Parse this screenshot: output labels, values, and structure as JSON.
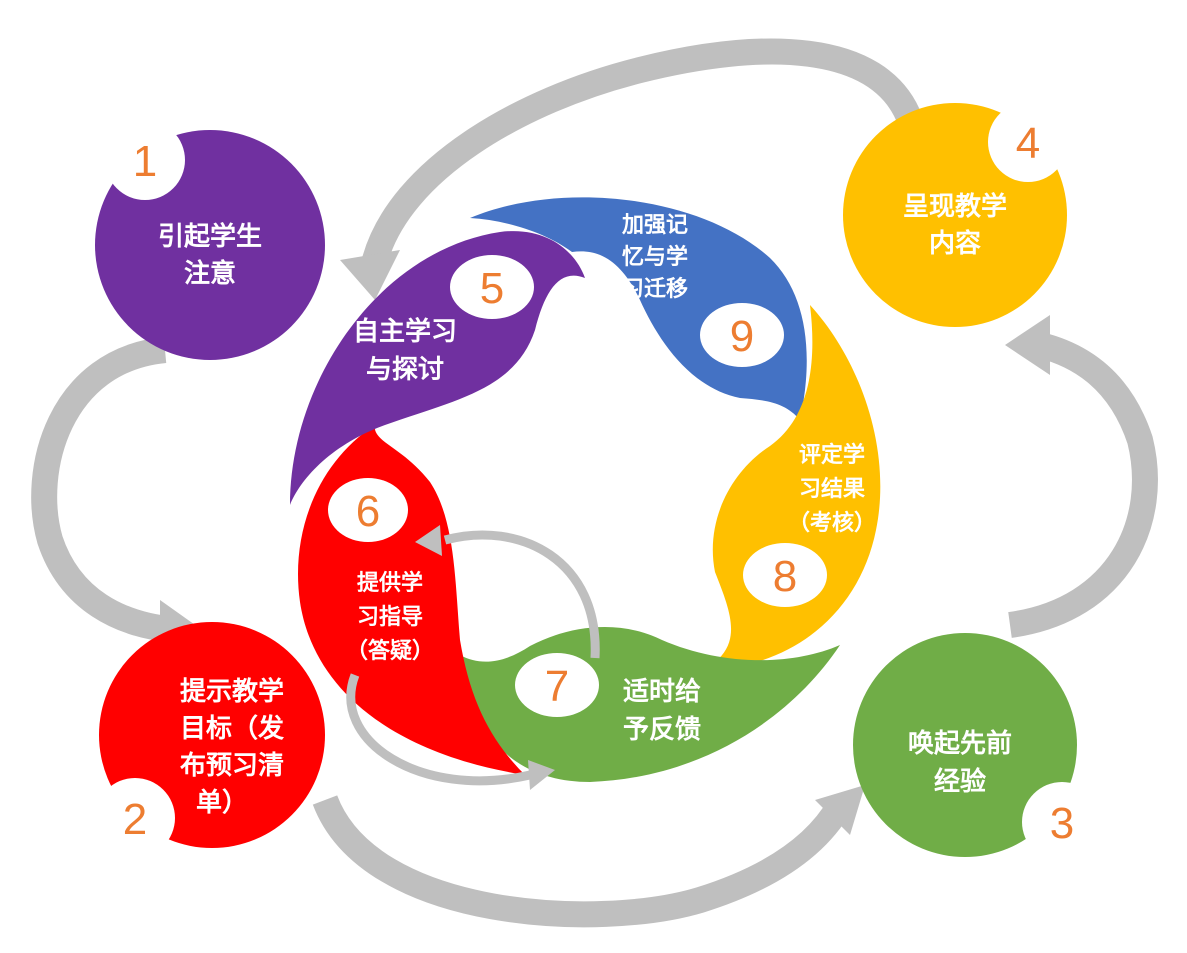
{
  "colors": {
    "purple": "#7030A0",
    "red": "#FF0000",
    "green": "#70AD47",
    "yellow": "#FFC000",
    "blue": "#4472C4",
    "number": "#ED7D31",
    "arrow": "#BFBFBF"
  },
  "steps": [
    {
      "number": "1",
      "lines": [
        "引起学生",
        "注意"
      ]
    },
    {
      "number": "2",
      "lines": [
        "提示教学",
        "目标（发",
        "布预习清",
        "单）"
      ]
    },
    {
      "number": "3",
      "lines": [
        "唤起先前",
        "经验"
      ]
    },
    {
      "number": "4",
      "lines": [
        "呈现教学",
        "内容"
      ]
    },
    {
      "number": "5",
      "lines": [
        "自主学习",
        "与探讨"
      ]
    },
    {
      "number": "6",
      "lines": [
        "提供学",
        "习指导",
        "（答疑）"
      ]
    },
    {
      "number": "7",
      "lines": [
        "适时给",
        "予反馈"
      ]
    },
    {
      "number": "8",
      "lines": [
        "评定学",
        "习结果",
        "（考核）"
      ]
    },
    {
      "number": "9",
      "lines": [
        "加强记",
        "忆与学",
        "习迁移"
      ]
    }
  ]
}
